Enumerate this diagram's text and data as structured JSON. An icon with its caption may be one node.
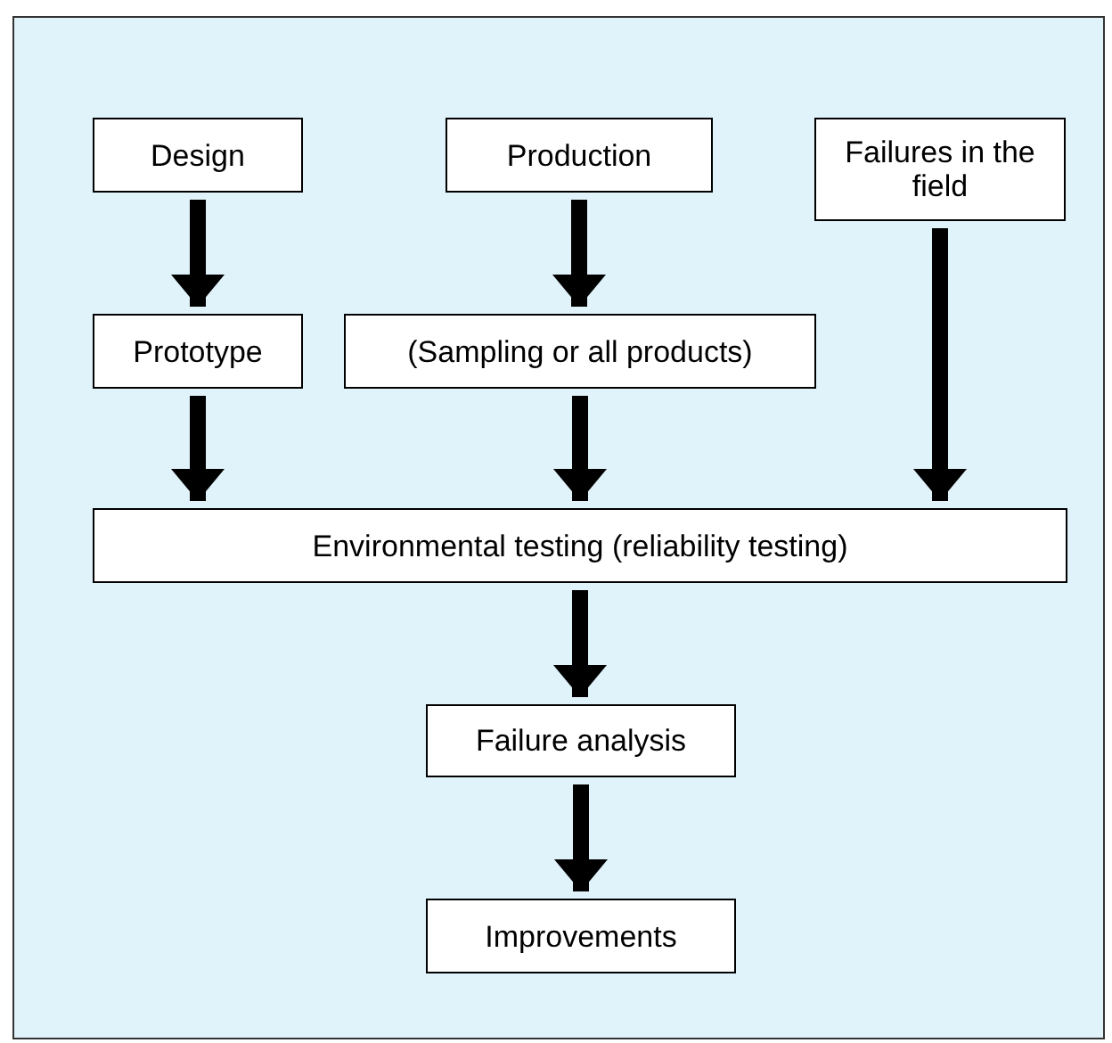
{
  "diagram": {
    "nodes": [
      {
        "text": [
          "Design"
        ]
      },
      {
        "text": [
          "Production"
        ]
      },
      {
        "text": [
          "Failures in the field"
        ]
      },
      {
        "text": [
          "Prototype"
        ]
      },
      {
        "text": [
          "(Sampling or all products)"
        ]
      },
      {
        "text": [
          "Environmental testing (reliability testing)"
        ]
      },
      {
        "text": [
          "Failure analysis"
        ]
      },
      {
        "text": [
          "Improvements"
        ]
      }
    ],
    "edges": [
      {
        "from": 0,
        "to": 3,
        "arrow": "to"
      },
      {
        "from": 1,
        "to": 4,
        "arrow": "to"
      },
      {
        "from": 3,
        "to": 5,
        "arrow": "to"
      },
      {
        "from": 4,
        "to": 5,
        "arrow": "to"
      },
      {
        "from": 2,
        "to": 5,
        "arrow": "to"
      },
      {
        "from": 5,
        "to": 6,
        "arrow": "to"
      },
      {
        "from": 6,
        "to": 7,
        "arrow": "to"
      }
    ]
  }
}
